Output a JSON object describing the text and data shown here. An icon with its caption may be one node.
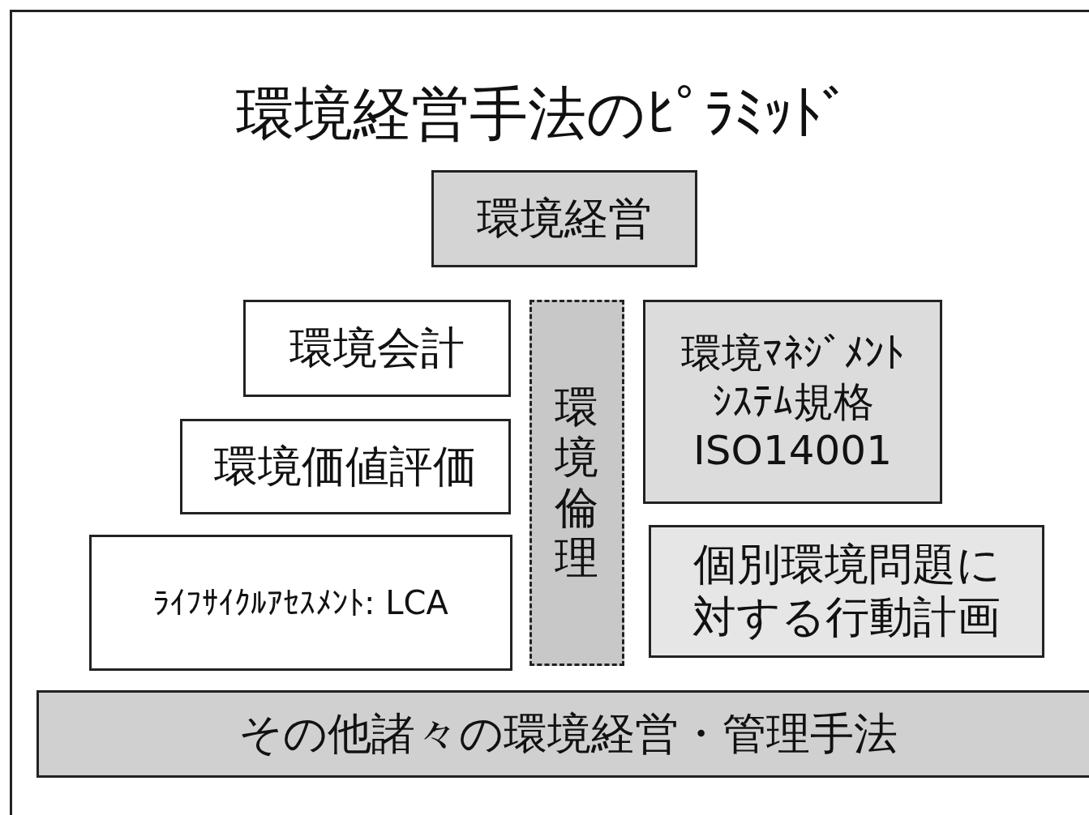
{
  "diagram": {
    "title": "環境経営手法のﾋﾟﾗﾐｯﾄﾞ",
    "nodes": [
      {
        "text": [
          "環境経営"
        ]
      },
      {
        "text": [
          "環境会計"
        ]
      },
      {
        "text": [
          "環境倫理"
        ]
      },
      {
        "text": [
          "環境ﾏﾈｼﾞﾒﾝﾄｼｽﾃﾑ規格 ISO14001"
        ]
      },
      {
        "text": [
          "環境価値評価"
        ]
      },
      {
        "text": [
          "ﾗｲﾌｻｲｸﾙｱｾｽﾒﾝﾄ: LCA"
        ]
      },
      {
        "text": [
          "個別環境問題に対する行動計画"
        ]
      },
      {
        "text": [
          "その他諸々の環境経営・管理手法"
        ]
      }
    ]
  }
}
